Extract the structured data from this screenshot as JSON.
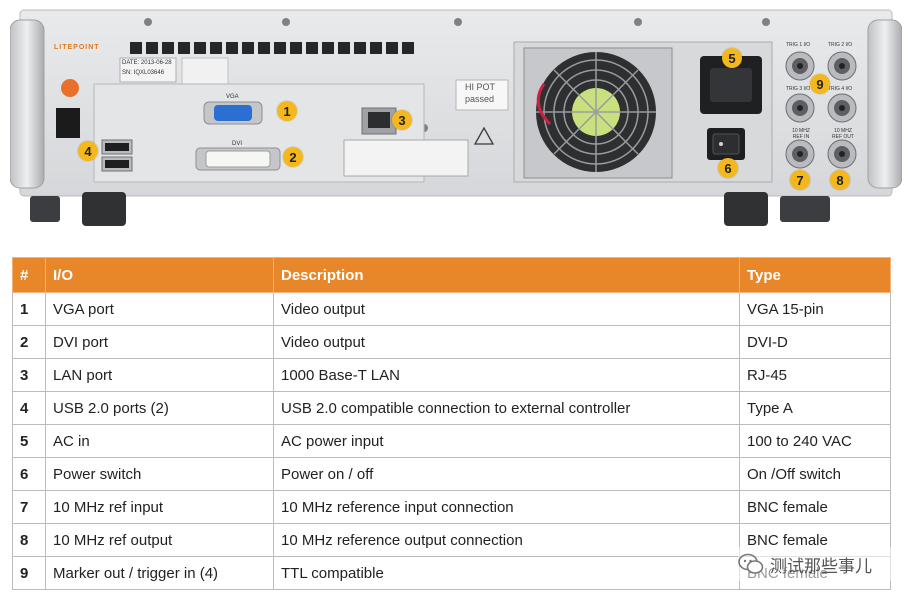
{
  "device": {
    "brand": "LITEPOINT",
    "label_date": "DATE: 2013-06-28",
    "label_sn": "SN: IQXL03646",
    "hipot": [
      "HI POT",
      "passed"
    ],
    "vga_label": "VGA",
    "dvi_label": "DVI",
    "ports": {
      "trig1": "TRIG 1 I/O",
      "trig2": "TRIG 2 I/O",
      "trig3": "TRIG 3 I/O",
      "trig4": "TRIG 4 I/O",
      "ref_in": "10 MHZ REF IN",
      "ref_out": "10 MHZ REF OUT"
    },
    "callouts": [
      "1",
      "2",
      "3",
      "4",
      "5",
      "6",
      "7",
      "8",
      "9"
    ]
  },
  "table": {
    "headers": [
      "#",
      "I/O",
      "Description",
      "Type"
    ],
    "rows": [
      [
        "1",
        "VGA port",
        "Video output",
        "VGA 15-pin"
      ],
      [
        "2",
        "DVI port",
        "Video output",
        "DVI-D"
      ],
      [
        "3",
        "LAN port",
        "1000 Base-T LAN",
        "RJ-45"
      ],
      [
        "4",
        "USB 2.0 ports (2)",
        "USB 2.0 compatible connection to external controller",
        "Type A"
      ],
      [
        "5",
        "AC in",
        "AC power input",
        "100 to 240 VAC"
      ],
      [
        "6",
        "Power switch",
        "Power on / off",
        "On /Off switch"
      ],
      [
        "7",
        "10 MHz ref input",
        "10 MHz reference input connection",
        "BNC female"
      ],
      [
        "8",
        "10 MHz ref output",
        "10 MHz reference output connection",
        "BNC female"
      ],
      [
        "9",
        "Marker out / trigger in (4)",
        "TTL compatible",
        "BNC female"
      ]
    ]
  },
  "watermark": {
    "text": "测试那些事儿",
    "icon": "wechat-icon"
  },
  "colors": {
    "header_bg": "#e8872a",
    "callout": "#f5b81c",
    "panel": "#dcdde0"
  }
}
